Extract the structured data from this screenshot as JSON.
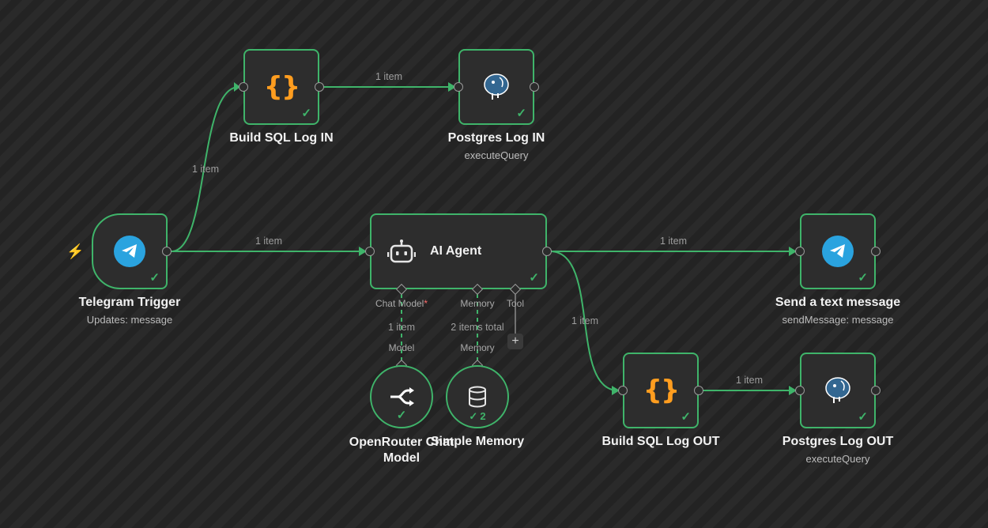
{
  "colors": {
    "success": "#3fb46a",
    "canvas": "#262626",
    "node_bg": "#2d2d2d",
    "code_icon": "#ff9d1f",
    "telegram": "#2aa3df"
  },
  "nodes": {
    "telegram_trigger": {
      "title": "Telegram Trigger",
      "subtitle": "Updates: message",
      "icon": "telegram-icon",
      "status": "success"
    },
    "build_sql_in": {
      "title": "Build SQL Log IN",
      "icon": "code-braces-icon",
      "icon_text": "{}",
      "status": "success"
    },
    "postgres_in": {
      "title": "Postgres Log IN",
      "subtitle": "executeQuery",
      "icon": "postgres-icon",
      "status": "success"
    },
    "ai_agent": {
      "title": "AI Agent",
      "icon": "robot-icon",
      "status": "success",
      "ports": {
        "chat_model": "Chat Model",
        "chat_model_required": "*",
        "memory": "Memory",
        "tool": "Tool"
      }
    },
    "openrouter": {
      "title": "OpenRouter Chat Model",
      "icon": "openrouter-icon",
      "status": "success",
      "port_label": "Model"
    },
    "simple_memory": {
      "title": "Simple Memory",
      "icon": "database-icon",
      "status": "success",
      "run_count": "2",
      "port_label": "Memory"
    },
    "send_message": {
      "title": "Send a text message",
      "subtitle": "sendMessage: message",
      "icon": "telegram-icon",
      "status": "success"
    },
    "build_sql_out": {
      "title": "Build SQL Log OUT",
      "icon": "code-braces-icon",
      "icon_text": "{}",
      "status": "success"
    },
    "postgres_out": {
      "title": "Postgres Log OUT",
      "subtitle": "executeQuery",
      "icon": "postgres-icon",
      "status": "success"
    }
  },
  "edges": {
    "trigger_to_build_in": "1 item",
    "build_in_to_postgres_in": "1 item",
    "trigger_to_agent": "1 item",
    "agent_to_send": "1 item",
    "agent_to_build_out": "1 item",
    "build_out_to_postgres_out": "1 item",
    "model_to_agent": "1 item",
    "memory_to_agent": "2 items total"
  },
  "check_glyph": "✓",
  "plus_glyph": "+",
  "bolt_glyph": "⚡"
}
